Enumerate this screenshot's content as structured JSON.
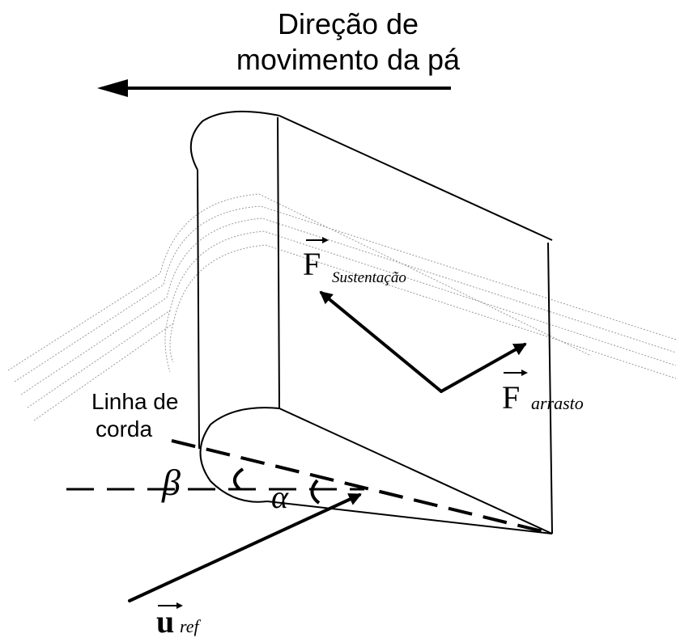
{
  "title": {
    "line1": "Direção de",
    "line2": "movimento da pá"
  },
  "chord_label": {
    "line1": "Linha de",
    "line2": "corda"
  },
  "forces": {
    "lift": {
      "symbol": "F",
      "subscript": "Sustentação"
    },
    "drag": {
      "symbol": "F",
      "subscript": "arrasto"
    },
    "velocity": {
      "symbol": "u",
      "subscript": "ref"
    }
  },
  "angles": {
    "beta": "β",
    "alpha": "α"
  },
  "colors": {
    "ink": "#000000",
    "streamline": "#9a9a9a",
    "background": "#ffffff"
  }
}
